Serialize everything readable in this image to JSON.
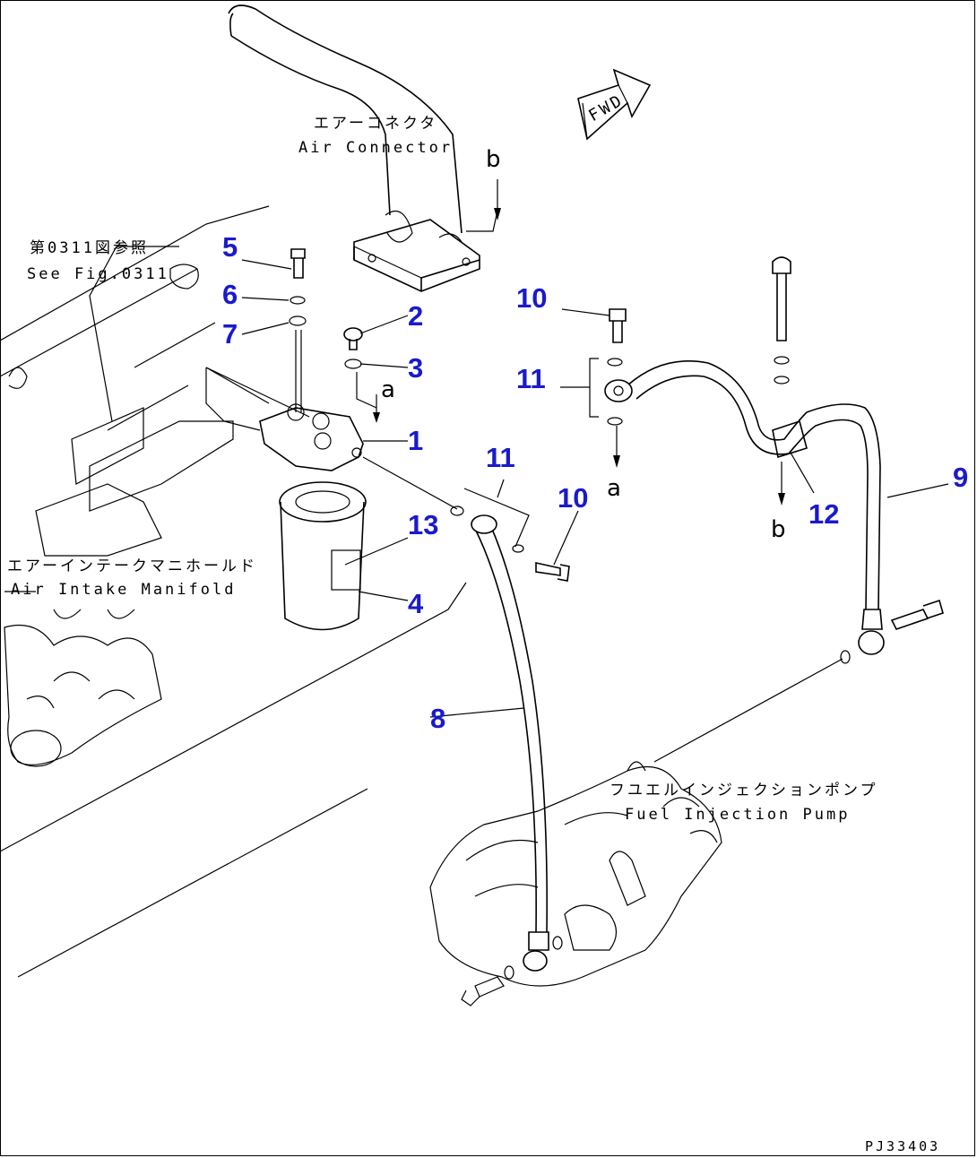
{
  "colors": {
    "callout": "#1a1acc",
    "line": "#000000",
    "background": "#ffffff"
  },
  "labels": {
    "air_connector_jp": "エアーコネクタ",
    "air_connector_en": "Air Connector",
    "see_fig_jp": "第0311図参照",
    "see_fig_en": "See Fig.0311",
    "air_intake_jp": "エアーインテークマニホールド",
    "air_intake_en": "Air Intake Manifold",
    "fuel_pump_jp": "フユエルインジェクションポンプ",
    "fuel_pump_en": "Fuel Injection Pump",
    "fwd": "FWD",
    "drawing_code": "PJ33403"
  },
  "section_marks": {
    "a_top": "a",
    "a_bottom": "a",
    "b_top": "b",
    "b_bottom": "b"
  },
  "callouts": {
    "c1": "1",
    "c2": "2",
    "c3": "3",
    "c4": "4",
    "c5": "5",
    "c6": "6",
    "c7": "7",
    "c8": "8",
    "c9": "9",
    "c10a": "10",
    "c10b": "10",
    "c11a": "11",
    "c11b": "11",
    "c12": "12",
    "c13": "13"
  }
}
